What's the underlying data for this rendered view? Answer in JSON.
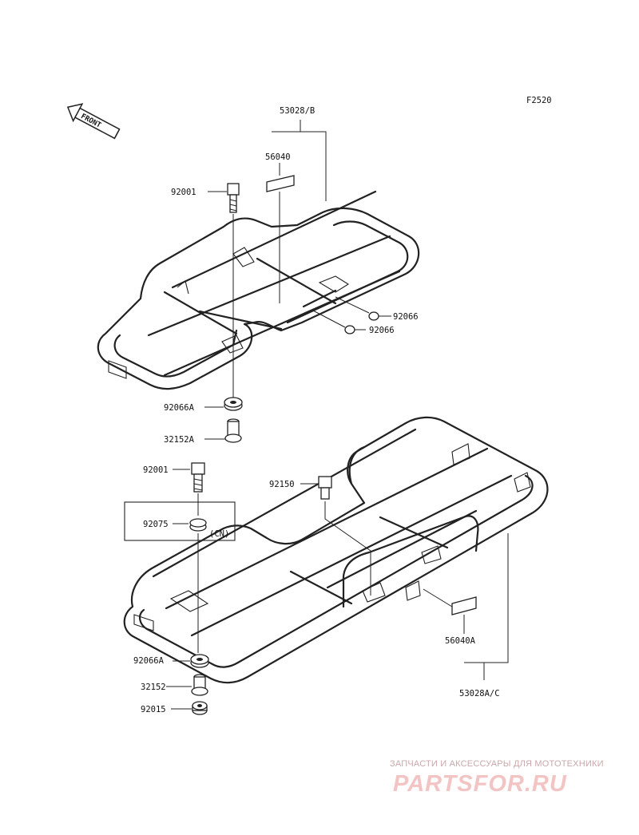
{
  "figure_code": "F2520",
  "front_arrow": {
    "label": "FRONT"
  },
  "parts": {
    "upper_assembly": "53028/B",
    "upper_label_sticker": "56040",
    "upper_bolt": "92001",
    "upper_nut_a": "92066",
    "upper_nut_b": "92066",
    "upper_damper": "92066A",
    "upper_collar": "32152A",
    "lower_bolt": "92001",
    "lower_washer": "92075",
    "lower_washer_note": "(CN)",
    "lower_rack_bolt": "92150",
    "lower_damper": "92066A",
    "lower_collar": "32152",
    "lower_nut": "92015",
    "lower_label_sticker": "56040A",
    "lower_assembly": "53028A/C"
  },
  "watermark": {
    "caption": "ЗАПЧАСТИ И АКСЕССУАРЫ ДЛЯ МОТОТЕХНИКИ",
    "logo": "PARTSFOR.RU"
  }
}
